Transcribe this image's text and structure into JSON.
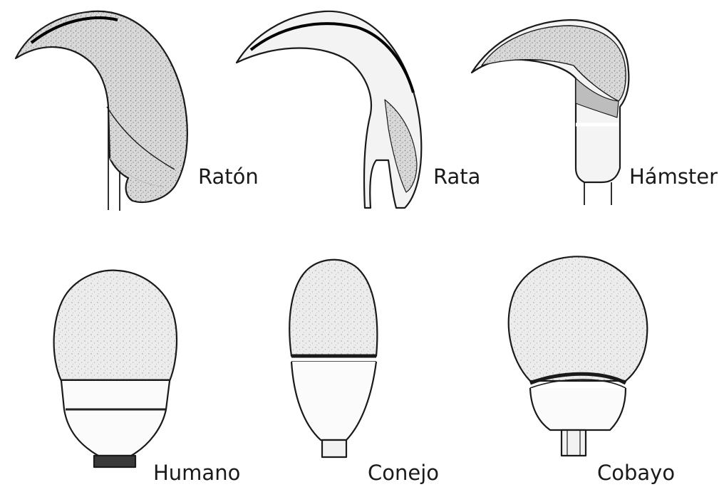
{
  "figure": {
    "labels": {
      "raton": "Ratón",
      "rata": "Rata",
      "hamster": "Hámster",
      "humano": "Humano",
      "conejo": "Conejo",
      "cobayo": "Cobayo"
    },
    "colors": {
      "outline": "#1a1a1a",
      "shade": "#c8c8c8",
      "light_shade": "#e4e4e4",
      "dark_band": "#3a3a3a",
      "background": "#ffffff"
    }
  }
}
